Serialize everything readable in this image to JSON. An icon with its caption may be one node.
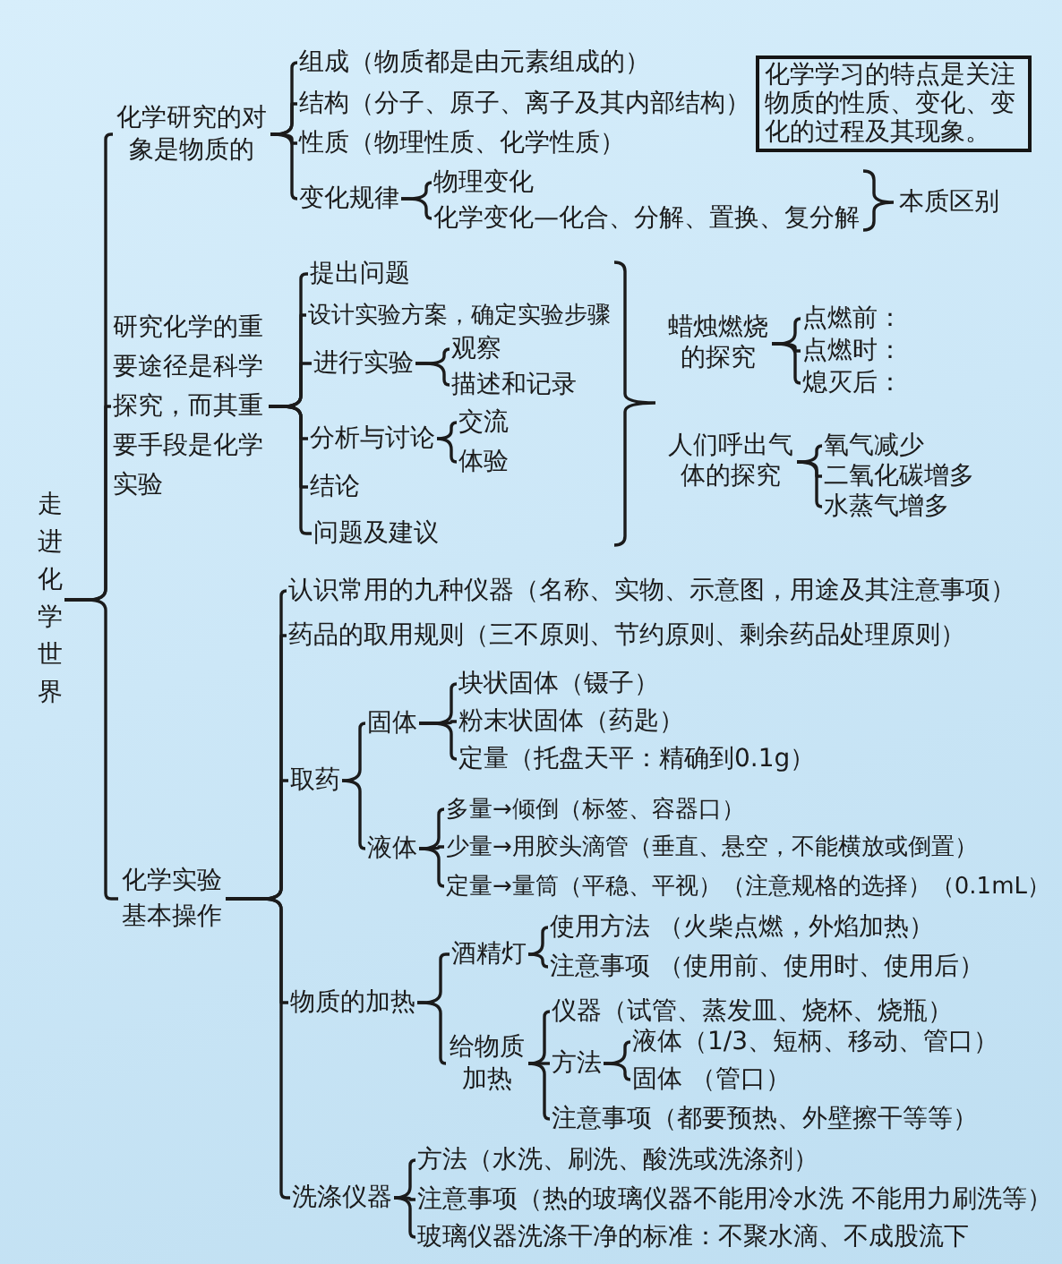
{
  "diagram": {
    "nodes": [
      {
        "text": [
          "走进化学世界"
        ]
      },
      {
        "text": [
          "化学研究的对象是物质的"
        ]
      },
      {
        "text": [
          "组成（物质都是由元素组成的）"
        ]
      },
      {
        "text": [
          "结构（分子、原子、离子及其内部结构）"
        ]
      },
      {
        "text": [
          "性质（物理性质、化学性质）"
        ]
      },
      {
        "text": [
          "变化规律"
        ]
      },
      {
        "text": [
          "物理变化"
        ]
      },
      {
        "text": [
          "化学变化—化合、分解、置换、复分解"
        ]
      },
      {
        "text": [
          "化学学习的特点是关注物质的性质、变化、变化的过程及其现象。"
        ]
      },
      {
        "text": [
          "研究化学的重要途径是科学探究，而其重要手段是化学实验"
        ]
      },
      {
        "text": [
          "提出问题"
        ]
      },
      {
        "text": [
          "设计实验方案，确定实验步骤"
        ]
      },
      {
        "text": [
          "进行实验"
        ]
      },
      {
        "text": [
          "观察"
        ]
      },
      {
        "text": [
          "描述和记录"
        ]
      },
      {
        "text": [
          "分析与讨论"
        ]
      },
      {
        "text": [
          "交流"
        ]
      },
      {
        "text": [
          "体验"
        ]
      },
      {
        "text": [
          "结论"
        ]
      },
      {
        "text": [
          "问题及建议"
        ]
      },
      {
        "text": [
          "蜡烛燃烧的探究"
        ]
      },
      {
        "text": [
          "点燃前："
        ]
      },
      {
        "text": [
          "点燃时："
        ]
      },
      {
        "text": [
          "熄灭后："
        ]
      },
      {
        "text": [
          "人们呼出气体的探究"
        ]
      },
      {
        "text": [
          "氧气减少"
        ]
      },
      {
        "text": [
          "二氧化碳增多"
        ]
      },
      {
        "text": [
          "水蒸气增多"
        ]
      },
      {
        "text": [
          "化学实验基本操作"
        ]
      },
      {
        "text": [
          "认识常用的九种仪器（名称、实物、示意图，用途及其注意事项）"
        ]
      },
      {
        "text": [
          "药品的取用规则（三不原则、节约原则、剩余药品处理原则）"
        ]
      },
      {
        "text": [
          "取药"
        ]
      },
      {
        "text": [
          "固体"
        ]
      },
      {
        "text": [
          "块状固体（镊子）"
        ]
      },
      {
        "text": [
          "粉末状固体（药匙）"
        ]
      },
      {
        "text": [
          "定量（托盘天平：精确到0.1g）"
        ]
      },
      {
        "text": [
          "液体"
        ]
      },
      {
        "text": [
          "多量→倾倒（标签、容器口）"
        ]
      },
      {
        "text": [
          "少量→用胶头滴管（垂直、悬空，不能横放或倒置）"
        ]
      },
      {
        "text": [
          "定量→量筒（平稳、平视）（注意规格的选择）（0.1mL）"
        ]
      },
      {
        "text": [
          "物质的加热"
        ]
      },
      {
        "text": [
          "酒精灯"
        ]
      },
      {
        "text": [
          "使用方法 （火柴点燃，外焰加热）"
        ]
      },
      {
        "text": [
          "注意事项 （使用前、使用时、使用后）"
        ]
      },
      {
        "text": [
          "给物质加热"
        ]
      },
      {
        "text": [
          "仪器（试管、蒸发皿、烧杯、烧瓶）"
        ]
      },
      {
        "text": [
          "方法"
        ]
      },
      {
        "text": [
          "液体（1/3、短柄、移动、管口）"
        ]
      },
      {
        "text": [
          "固体 （管口）"
        ]
      },
      {
        "text": [
          "注意事项（都要预热、外壁擦干等等）"
        ]
      },
      {
        "text": [
          "洗涤仪器"
        ]
      },
      {
        "text": [
          "方法（水洗、刷洗、酸洗或洗涤剂）"
        ]
      },
      {
        "text": [
          "注意事项（热的玻璃仪器不能用冷水洗 不能用力刷洗等）"
        ]
      },
      {
        "text": [
          "玻璃仪器洗涤干净的标准：不聚水滴、不成股流下"
        ]
      }
    ],
    "edges": [
      {
        "from": 0,
        "to": 1,
        "arrow": "none"
      },
      {
        "from": 0,
        "to": 9,
        "arrow": "none"
      },
      {
        "from": 0,
        "to": 28,
        "arrow": "none"
      },
      {
        "from": 1,
        "to": 2,
        "arrow": "none"
      },
      {
        "from": 1,
        "to": 3,
        "arrow": "none"
      },
      {
        "from": 1,
        "to": 4,
        "arrow": "none"
      },
      {
        "from": 1,
        "to": 5,
        "arrow": "none"
      },
      {
        "from": 5,
        "to": 6,
        "arrow": "none"
      },
      {
        "from": 5,
        "to": 7,
        "arrow": "none"
      },
      {
        "from": 9,
        "to": 10,
        "arrow": "none"
      },
      {
        "from": 9,
        "to": 11,
        "arrow": "none"
      },
      {
        "from": 9,
        "to": 12,
        "arrow": "none"
      },
      {
        "from": 9,
        "to": 15,
        "arrow": "none"
      },
      {
        "from": 9,
        "to": 18,
        "arrow": "none"
      },
      {
        "from": 9,
        "to": 19,
        "arrow": "none"
      },
      {
        "from": 12,
        "to": 13,
        "arrow": "none"
      },
      {
        "from": 12,
        "to": 14,
        "arrow": "none"
      },
      {
        "from": 15,
        "to": 16,
        "arrow": "none"
      },
      {
        "from": 15,
        "to": 17,
        "arrow": "none"
      },
      {
        "from": 20,
        "to": 21,
        "arrow": "none"
      },
      {
        "from": 20,
        "to": 22,
        "arrow": "none"
      },
      {
        "from": 20,
        "to": 23,
        "arrow": "none"
      },
      {
        "from": 24,
        "to": 25,
        "arrow": "none"
      },
      {
        "from": 24,
        "to": 26,
        "arrow": "none"
      },
      {
        "from": 24,
        "to": 27,
        "arrow": "none"
      },
      {
        "from": 28,
        "to": 29,
        "arrow": "none"
      },
      {
        "from": 28,
        "to": 30,
        "arrow": "none"
      },
      {
        "from": 28,
        "to": 31,
        "arrow": "none"
      },
      {
        "from": 28,
        "to": 40,
        "arrow": "none"
      },
      {
        "from": 28,
        "to": 50,
        "arrow": "none"
      },
      {
        "from": 31,
        "to": 32,
        "arrow": "none"
      },
      {
        "from": 31,
        "to": 36,
        "arrow": "none"
      },
      {
        "from": 32,
        "to": 33,
        "arrow": "none"
      },
      {
        "from": 32,
        "to": 34,
        "arrow": "none"
      },
      {
        "from": 32,
        "to": 35,
        "arrow": "none"
      },
      {
        "from": 36,
        "to": 37,
        "arrow": "none"
      },
      {
        "from": 36,
        "to": 38,
        "arrow": "none"
      },
      {
        "from": 36,
        "to": 39,
        "arrow": "none"
      },
      {
        "from": 40,
        "to": 41,
        "arrow": "none"
      },
      {
        "from": 40,
        "to": 44,
        "arrow": "none"
      },
      {
        "from": 41,
        "to": 42,
        "arrow": "none"
      },
      {
        "from": 41,
        "to": 43,
        "arrow": "none"
      },
      {
        "from": 44,
        "to": 45,
        "arrow": "none"
      },
      {
        "from": 44,
        "to": 46,
        "arrow": "none"
      },
      {
        "from": 44,
        "to": 49,
        "arrow": "none"
      },
      {
        "from": 46,
        "to": 47,
        "arrow": "none"
      },
      {
        "from": 46,
        "to": 48,
        "arrow": "none"
      },
      {
        "from": 50,
        "to": 51,
        "arrow": "none"
      },
      {
        "from": 50,
        "to": 52,
        "arrow": "none"
      },
      {
        "from": 50,
        "to": 53,
        "arrow": "none"
      }
    ],
    "labels": [
      "本质区别"
    ]
  }
}
